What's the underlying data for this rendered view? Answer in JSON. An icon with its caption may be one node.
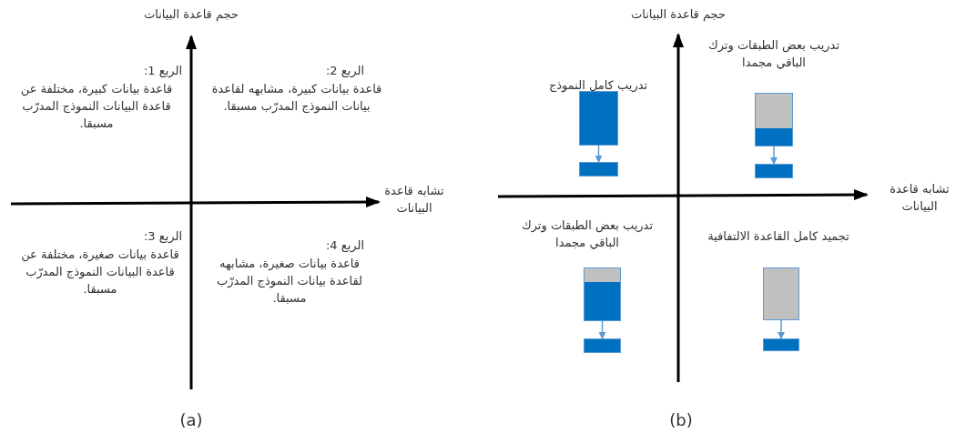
{
  "diagram": {
    "nodes": [
      {
        "text": [],
        "shape": "box",
        "beside": [
          "تدريب كامل النموذج"
        ]
      },
      {
        "text": [],
        "shape": "box"
      },
      {
        "text": [],
        "shape": "box",
        "beside": [
          "تدريب بعض الطبقات وترك الباقي مجمدا"
        ]
      },
      {
        "text": [],
        "shape": "box"
      },
      {
        "text": [],
        "shape": "box",
        "beside": [
          "تدريب بعض الطبقات وترك الباقي مجمدا"
        ]
      },
      {
        "text": [],
        "shape": "box"
      },
      {
        "text": [],
        "shape": "box",
        "beside": [
          "تجميد كامل القاعدة الالتفافية"
        ]
      },
      {
        "text": [],
        "shape": "box"
      }
    ],
    "edges": [
      {
        "from": 0,
        "to": 1,
        "arrow": "to"
      },
      {
        "from": 2,
        "to": 3,
        "arrow": "to"
      },
      {
        "from": 4,
        "to": 5,
        "arrow": "to"
      },
      {
        "from": 6,
        "to": 7,
        "arrow": "to"
      }
    ],
    "labels": [
      "حجم قاعدة البيانات",
      "الربع 1:",
      "قاعدة بيانات كبيرة، مختلفة عن قاعدة البيانات النموذج المدرّب مسبقا.",
      "الربع 2:",
      "قاعدة بيانات كبيرة، مشابهه لقاعدة بيانات النموذج المدرّب مسبقا.",
      "تشابه قاعدة البيانات",
      "الربع 3:",
      "قاعدة بيانات صغيرة، مختلفة عن قاعدة البيانات النموذج المدرّب مسبقا.",
      "الربع 4:",
      "قاعدة بيانات صغيرة، مشابهه لقاعدة بيانات النموذج المدرّب مسبقا.",
      "(a)",
      "حجم قاعدة البيانات",
      "تشابه قاعدة البيانات",
      "(b)"
    ]
  }
}
